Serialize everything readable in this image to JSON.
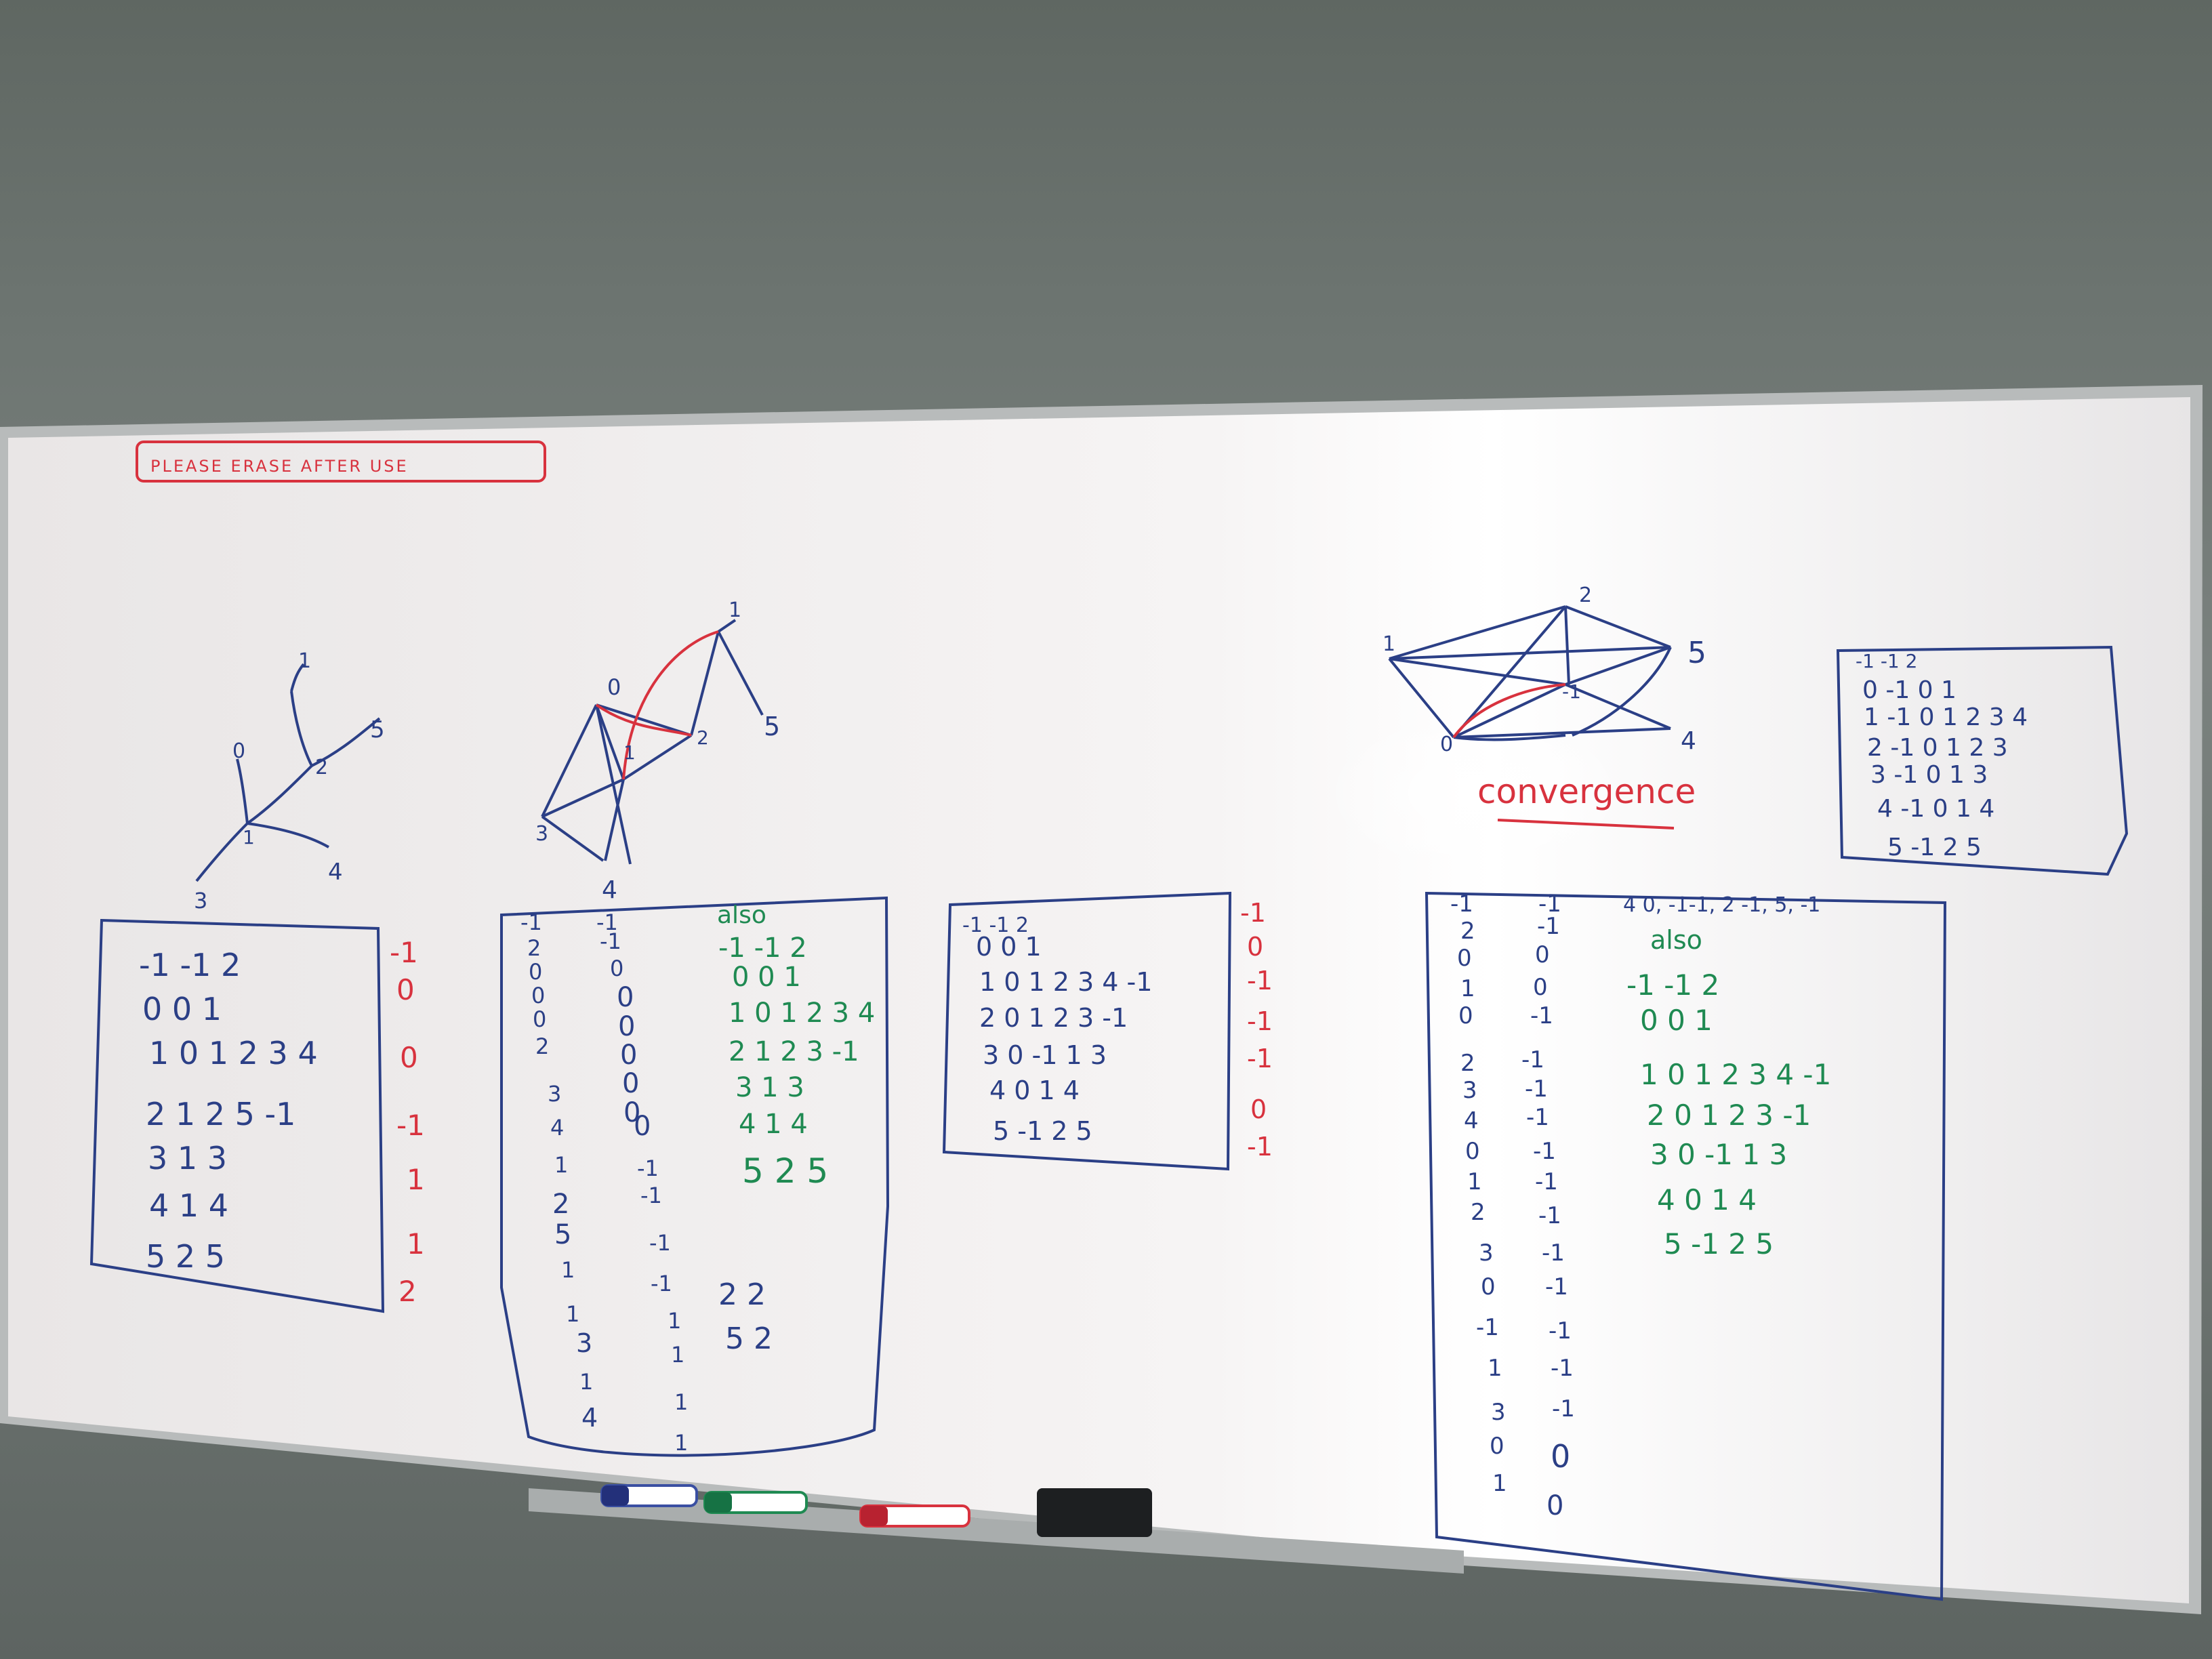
{
  "colors": {
    "wall": "#6b7370",
    "board": "#f1eeee",
    "frame": "#b9bcbc",
    "marker_blue": "#2b3f86",
    "marker_green": "#1f8a52",
    "marker_red": "#d8323e"
  },
  "note": "PLEASE ERASE AFTER USE",
  "graph1": {
    "nodes": [
      "0",
      "1",
      "2",
      "3",
      "4",
      "5",
      "1"
    ],
    "table": [
      "-1 -1 2",
      "0 0 1",
      "1 0 1 2 3 4",
      "2 1 2 5 -1",
      "3 1 3",
      "4 1 4",
      "5 2 5"
    ],
    "side": [
      "-1",
      "0",
      "0",
      "-1",
      "1",
      "1",
      "2"
    ]
  },
  "graph2": {
    "nodes": [
      "0",
      "1",
      "2",
      "3",
      "4",
      "5",
      "1"
    ],
    "col1": [
      "-1",
      "2",
      "0",
      "0",
      "0",
      "2",
      "3",
      "4",
      "1",
      "2",
      "5",
      "1",
      "1",
      "3",
      "1",
      "4"
    ],
    "col2": [
      "-1",
      "-1",
      "0",
      "0",
      "0",
      "0",
      "0",
      "0",
      "0",
      "-1",
      "-1",
      "-1",
      "-1",
      "1",
      "1",
      "1",
      "1"
    ],
    "also_label": "also",
    "also_rows": [
      "-1 -1 2",
      "0 0 1",
      "1 0 1 2 3 4",
      "2 1 2 3 -1",
      "3 1 3",
      "4 1 4",
      "5 2 5"
    ],
    "extra": [
      "2 2",
      "5 2"
    ]
  },
  "table3": {
    "rows": [
      "-1 -1 2",
      "0 0 1",
      "1 0 1 2 3 4 -1",
      "2 0 1 2 3 -1",
      "3 0 -1 1 3",
      "4 0 1 4",
      "5 -1 2 5"
    ],
    "side": [
      "-1",
      "0",
      "-1",
      "-1",
      "-1",
      "0",
      "-1"
    ]
  },
  "graph4": {
    "nodes": [
      "2",
      "1",
      "5",
      "-1",
      "0",
      "4"
    ],
    "heading": "convergence",
    "boxed": [
      "-1 -1 2",
      "0 -1 0 1",
      "1 -1 0 1 2 3 4",
      "2 -1 0 1 2 3",
      "3 -1 0 1 3",
      "4 -1 0 1 4",
      "5 -1 2 5"
    ],
    "col1": [
      "-1",
      "2",
      "0",
      "1",
      "0",
      "2",
      "3",
      "4",
      "0",
      "1",
      "2",
      "3",
      "0",
      "-1",
      "1",
      "3",
      "0",
      "1"
    ],
    "col2": [
      "-1",
      "-1",
      "0",
      "0",
      "-1",
      "-1",
      "-1",
      "-1",
      "-1",
      "-1",
      "-1",
      "-1",
      "-1",
      "-1",
      "-1",
      "-1",
      "0",
      "0"
    ],
    "top_line": "4 0, -1-1, 2 -1, 5, -1",
    "also_label": "also",
    "also_rows": [
      "-1 -1 2",
      "0 0 1",
      "1 0 1 2 3 4 -1",
      "2 0 1 2 3 -1",
      "3 0 -1 1 3",
      "4 0 1 4",
      "5 -1 2 5"
    ]
  },
  "tray": {
    "markers": [
      "blue-marker",
      "green-marker",
      "red-marker"
    ],
    "eraser": "eraser"
  }
}
